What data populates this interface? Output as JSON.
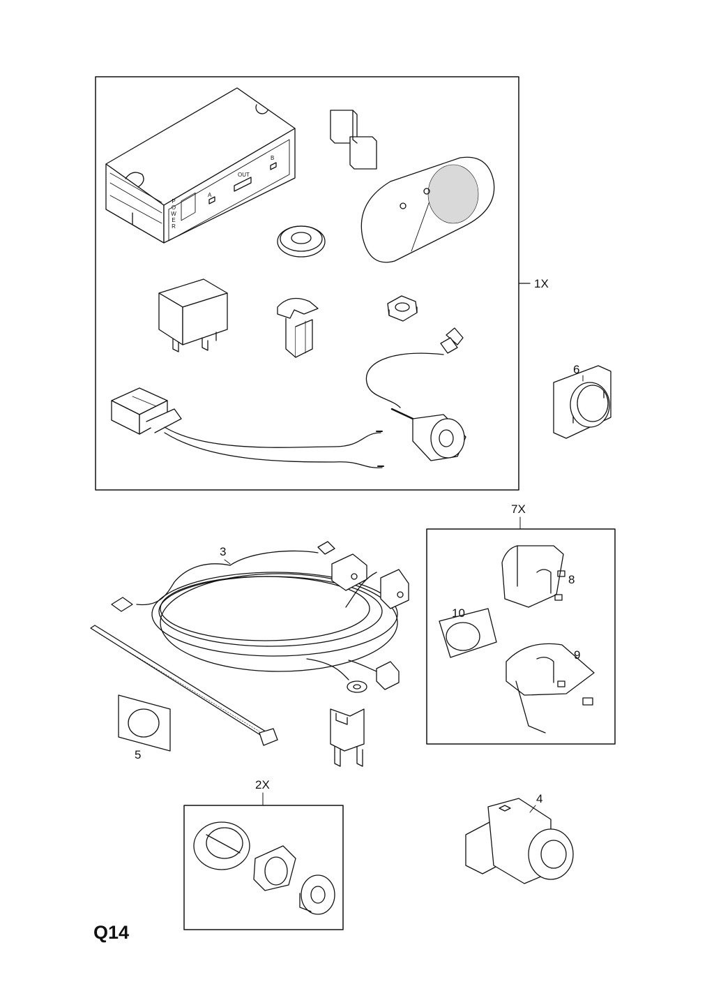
{
  "page": {
    "code": "Q14"
  },
  "kit_label": "1X",
  "module_labels": {
    "power": "POWER",
    "a": "A",
    "out": "OUT",
    "b": "B"
  },
  "callouts": {
    "c2x": "2X",
    "c3": "3",
    "c4": "4",
    "c5": "5",
    "c6": "6",
    "c7x": "7X",
    "c8": "8",
    "c9": "9",
    "c10": "10"
  },
  "colors": {
    "line": "#111111",
    "fill": "#ffffff",
    "shade": "#d9d9d9"
  }
}
